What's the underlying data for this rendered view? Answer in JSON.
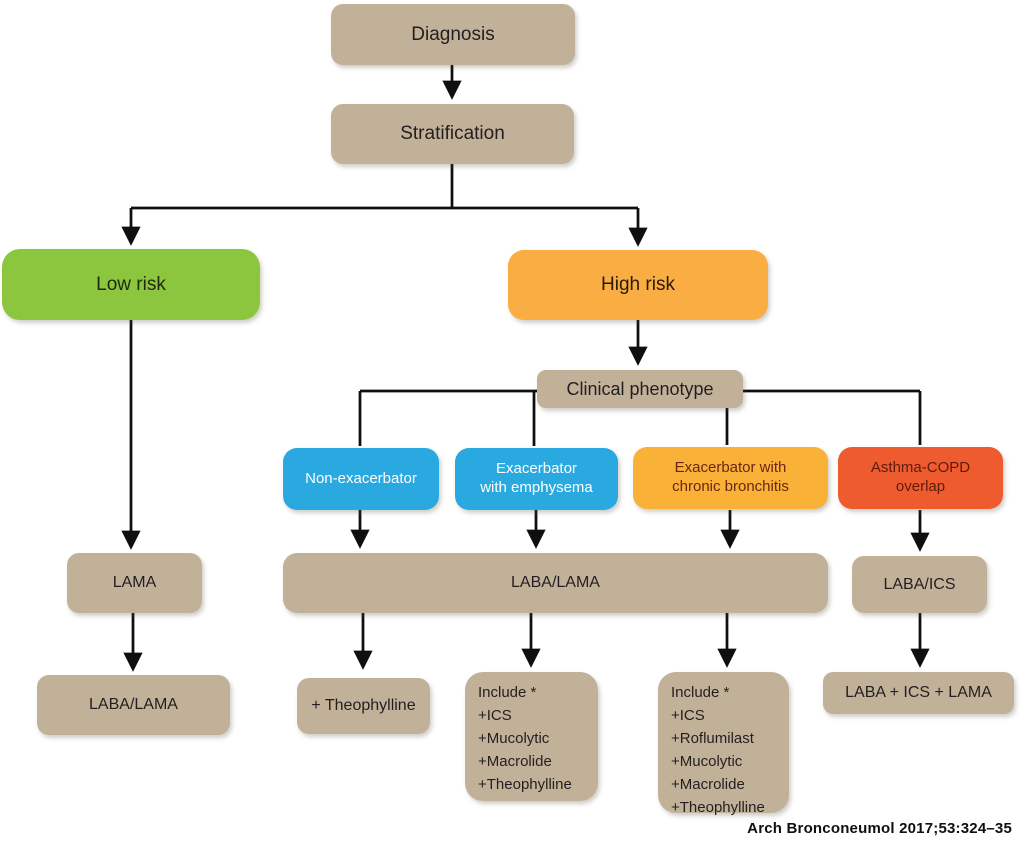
{
  "figure": {
    "type": "flowchart",
    "citation": "Arch Bronconeumol 2017;53:324–35"
  },
  "colors": {
    "tan": "#c2b199",
    "green": "#8cc63e",
    "orange_high_risk": "#f9ad42",
    "blue_phenotype": "#29a9e0",
    "amber_phenotype": "#f9b138",
    "red_phenotype": "#ee5b2e",
    "line": "#0f0f0f",
    "dark_maroon_text": "#6b2613",
    "white_text": "#ffffff"
  },
  "nodes": {
    "diagnosis": {
      "label": "Diagnosis"
    },
    "stratification": {
      "label": "Stratification"
    },
    "low_risk": {
      "label": "Low risk"
    },
    "high_risk": {
      "label": "High risk"
    },
    "clinical_phenotype": {
      "label": "Clinical phenotype"
    },
    "non_exacerbator": {
      "label": "Non-exacerbator"
    },
    "exacerbator_emphysema": {
      "lines": [
        "Exacerbator",
        "with emphysema"
      ]
    },
    "exacerbator_bronchitis": {
      "lines": [
        "Exacerbator with",
        "chronic bronchitis"
      ]
    },
    "asthma_copd_overlap": {
      "lines": [
        "Asthma-COPD",
        "overlap"
      ]
    },
    "lama": {
      "label": "LAMA"
    },
    "laba_lama_left": {
      "label": "LABA/LAMA"
    },
    "laba_lama_wide": {
      "label": "LABA/LAMA"
    },
    "laba_ics": {
      "label": "LABA/ICS"
    },
    "theophylline": {
      "label": "+ Theophylline"
    },
    "include_emphysema": {
      "lines": [
        "Include *",
        "+ICS",
        "+Mucolytic",
        "+Macrolide",
        "+Theophylline"
      ]
    },
    "include_bronchitis": {
      "lines": [
        "Include *",
        "+ICS",
        "+Roflumilast",
        "+Mucolytic",
        "+Macrolide",
        "+Theophylline"
      ]
    },
    "laba_ics_lama": {
      "label": "LABA + ICS + LAMA"
    }
  }
}
